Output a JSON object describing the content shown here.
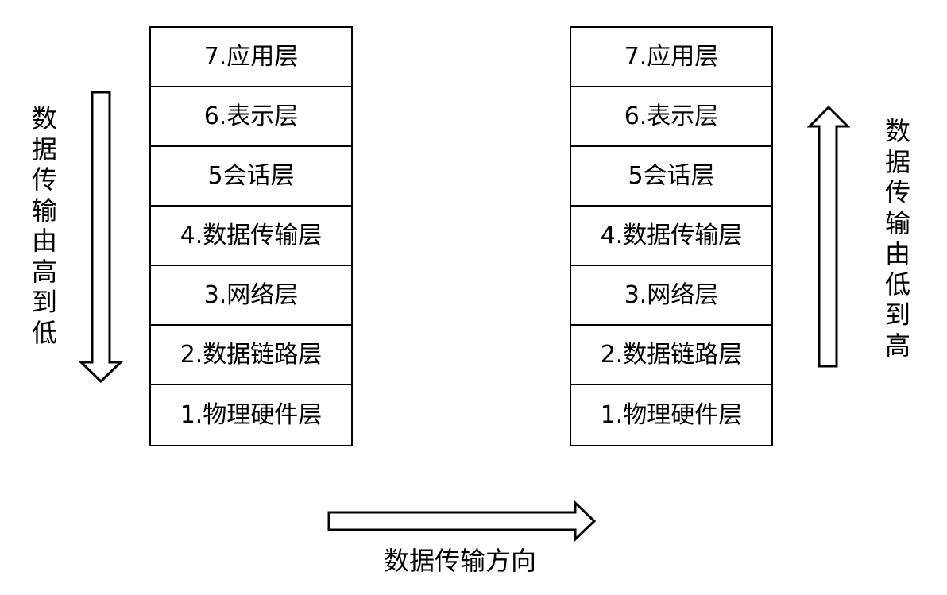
{
  "diagram": {
    "left_stack": {
      "layers": [
        "7.应用层",
        "6.表示层",
        "5会话层",
        "4.数据传输层",
        "3.网络层",
        "2.数据链路层",
        "1.物理硬件层"
      ]
    },
    "right_stack": {
      "layers": [
        "7.应用层",
        "6.表示层",
        "5会话层",
        "4.数据传输层",
        "3.网络层",
        "2.数据链路层",
        "1.物理硬件层"
      ]
    },
    "left_direction_label": "数据传输由高到低",
    "right_direction_label": "数据传输由低到高",
    "bottom_direction_label": "数据传输方向",
    "colors": {
      "stroke": "#000000",
      "background": "#ffffff"
    },
    "icons": {
      "left_arrow": "arrow-down-icon",
      "right_arrow": "arrow-up-icon",
      "bottom_arrow": "arrow-right-icon"
    }
  }
}
